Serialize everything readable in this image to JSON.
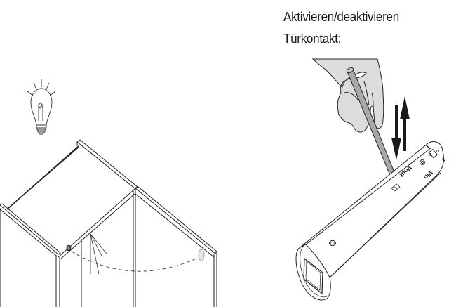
{
  "caption": {
    "line1": "Aktivieren/deaktivieren",
    "line2": "Türkontakt:"
  },
  "illustration_left": {
    "subject": "cabinet-with-door-contact-light",
    "icons": [
      "light-bulb-icon",
      "cabinet-icon",
      "door-contact-sensor-icon",
      "door-swing-arc-icon"
    ]
  },
  "illustration_right": {
    "subject": "hand-with-pen-toggling-switch-on-led-driver",
    "device_labels": {
      "vout": "Vout",
      "vin": "Vin"
    },
    "icons": [
      "hand-icon",
      "pen-icon",
      "up-down-arrows-icon",
      "driver-module-icon"
    ]
  },
  "colors": {
    "line": "#1a1a1a",
    "hand_fill": "#dcdcdc",
    "pen_fill": "#a8a8a8",
    "background": "#ffffff"
  }
}
